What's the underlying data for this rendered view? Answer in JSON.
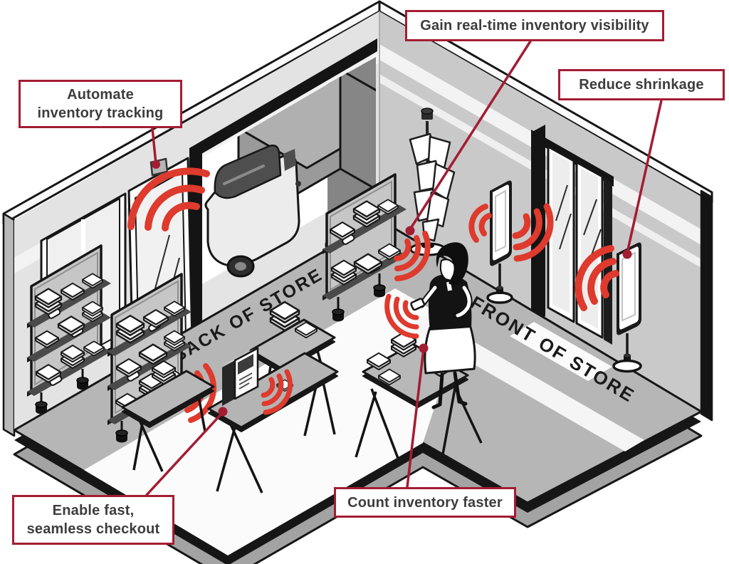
{
  "diagram": {
    "callouts": {
      "automate": {
        "label": "Automate\ninventory tracking"
      },
      "gain": {
        "label": "Gain real-time inventory visibility"
      },
      "reduce": {
        "label": "Reduce shrinkage"
      },
      "checkout": {
        "label": "Enable fast,\nseamless checkout"
      },
      "count": {
        "label": "Count inventory faster"
      }
    },
    "floor_labels": {
      "back": "BACK OF STORE",
      "front": "FRONT OF STORE"
    },
    "icons": [
      "rfid-signal-waves",
      "door-rfid-sensor",
      "rfid-security-pedestal",
      "pos-terminal",
      "delivery-truck"
    ],
    "colors": {
      "signal_red": "#de3a2d",
      "callout_red": "#a31d33",
      "ink": "#1a1a1a",
      "wall_left": "#e3e3e3",
      "wall_right": "#c9c9c9",
      "floor_gray": "#b6b6b6",
      "floor_light": "#fbfbfb"
    }
  }
}
